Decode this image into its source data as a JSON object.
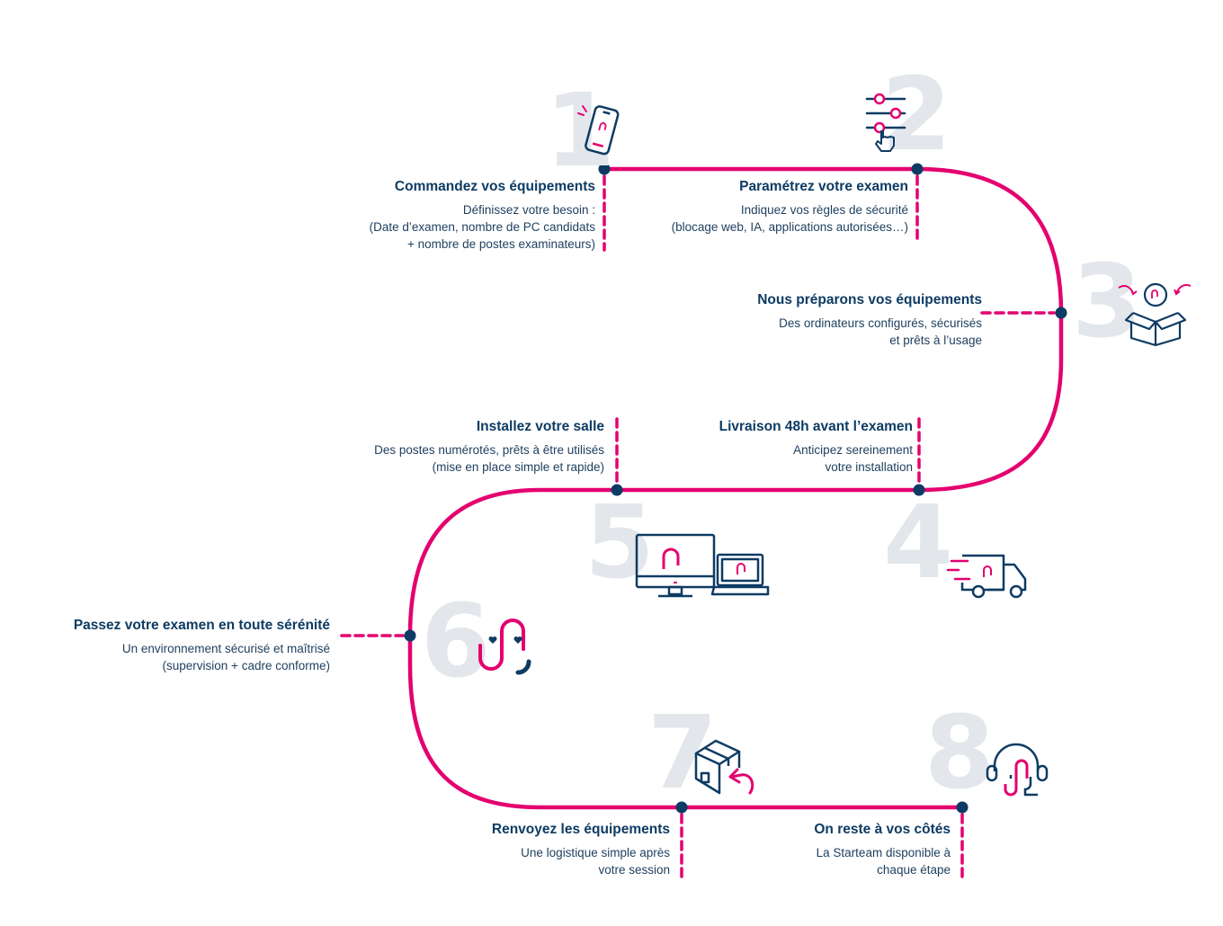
{
  "colors": {
    "path": "#e4006f",
    "dot": "#0d3b63",
    "text": "#0d3b63",
    "number": "#e3e7ec"
  },
  "steps": [
    {
      "number": "1",
      "icon": "smartphone-icon",
      "title": "Commandez vos équipements",
      "desc": [
        "Définissez votre besoin :",
        "(Date d’examen, nombre de PC candidats",
        "+ nombre de postes examinateurs)"
      ]
    },
    {
      "number": "2",
      "icon": "settings-sliders-hand-icon",
      "title": "Paramétrez votre examen",
      "desc": [
        "Indiquez vos règles de sécurité",
        "(blocage web, IA, applications autorisées…)"
      ]
    },
    {
      "number": "3",
      "icon": "open-box-icon",
      "title": "Nous préparons vos équipements",
      "desc": [
        "Des ordinateurs configurés, sécurisés",
        "et prêts à l’usage"
      ]
    },
    {
      "number": "4",
      "icon": "delivery-truck-icon",
      "title": "Livraison 48h avant l’examen",
      "desc": [
        "Anticipez sereinement",
        "votre installation"
      ]
    },
    {
      "number": "5",
      "icon": "monitor-laptop-icon",
      "title": "Installez votre salle",
      "desc": [
        "Des postes numérotés, prêts à être utilisés",
        "(mise en place simple et rapide)"
      ]
    },
    {
      "number": "6",
      "icon": "smile-hearts-icon",
      "title": "Passez votre examen en toute sérénité",
      "desc": [
        "Un environnement sécurisé et maîtrisé",
        "(supervision + cadre conforme)"
      ]
    },
    {
      "number": "7",
      "icon": "return-box-icon",
      "title": "Renvoyez les équipements",
      "desc": [
        "Une logistique simple après",
        "votre session"
      ]
    },
    {
      "number": "8",
      "icon": "headset-icon",
      "title": "On reste à vos côtés",
      "desc": [
        "La Starteam disponible à",
        "chaque étape"
      ]
    }
  ]
}
